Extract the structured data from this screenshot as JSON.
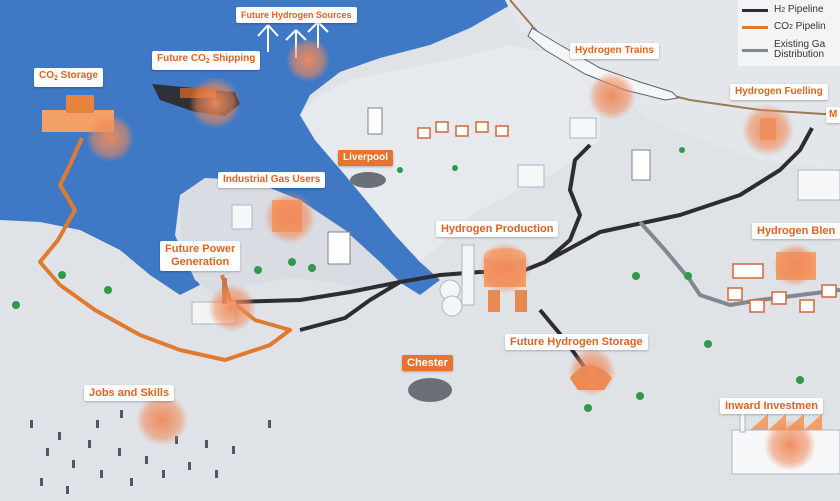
{
  "labels": {
    "co2_storage": "CO2 Storage",
    "future_co2_shipping": "Future CO2 Shipping",
    "future_hydrogen_sources": "Future Hydrogen Sources",
    "hydrogen_trains": "Hydrogen Trains",
    "hydrogen_fuelling": "Hydrogen Fuelling",
    "liverpool": "Liverpool",
    "industrial_gas_users": "Industrial Gas Users",
    "hydrogen_production": "Hydrogen Production",
    "hydrogen_blending": "Hydrogen Blen",
    "future_power_generation_line1": "Future Power",
    "future_power_generation_line2": "Generation",
    "chester": "Chester",
    "future_hydrogen_storage": "Future Hydrogen Storage",
    "jobs_and_skills": "Jobs and Skills",
    "inward_investment": "Inward Investmen",
    "edge_label": "M"
  },
  "legend": {
    "h2_pipeline": "H2 Pipeline",
    "co2_pipeline": "CO2 Pipelin",
    "existing_gas_line1": "Existing Ga",
    "existing_gas_line2": "Distribution"
  },
  "colors": {
    "sea": "#3f79c6",
    "land": "#dfe3e8",
    "h2_pipeline": "#2b2d33",
    "co2_pipeline": "#e07a30",
    "existing_gas": "#808890",
    "accent": "#e0621f"
  }
}
